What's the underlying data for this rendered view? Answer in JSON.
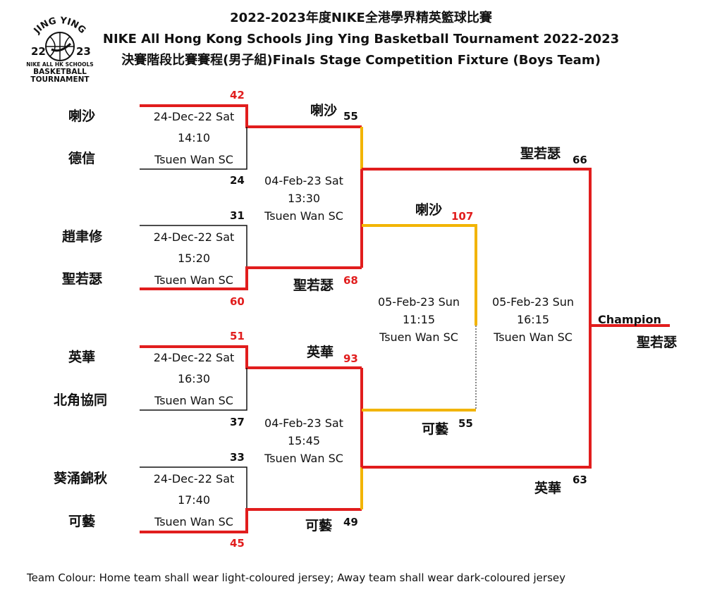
{
  "header": {
    "title_zh": "2022-2023年度NIKE全港學界精英籃球比賽",
    "title_en": "NIKE All Hong Kong Schools Jing Ying Basketball Tournament 2022-2023",
    "subtitle": "決賽階段比賽賽程(男子組)Finals Stage Competition Fixture (Boys Team)"
  },
  "logo": {
    "top_text": "JING YING",
    "year_left": "22",
    "year_right": "23",
    "line1": "NIKE ALL HK SCHOOLS",
    "line2": "BASKETBALL",
    "line3": "TOURNAMENT"
  },
  "round1": [
    {
      "home": "喇沙",
      "home_score": "42",
      "away": "德信",
      "away_score": "24",
      "date": "24-Dec-22   Sat",
      "time": "14:10",
      "venue": "Tsuen Wan SC"
    },
    {
      "home": "趙聿修",
      "home_score": "31",
      "away": "聖若瑟",
      "away_score": "60",
      "date": "24-Dec-22   Sat",
      "time": "15:20",
      "venue": "Tsuen Wan SC"
    },
    {
      "home": "英華",
      "home_score": "51",
      "away": "北角協同",
      "away_score": "37",
      "date": "24-Dec-22   Sat",
      "time": "16:30",
      "venue": "Tsuen Wan SC"
    },
    {
      "home": "葵涌錦秋",
      "home_score": "33",
      "away": "可藝",
      "away_score": "45",
      "date": "24-Dec-22   Sat",
      "time": "17:40",
      "venue": "Tsuen Wan SC"
    }
  ],
  "round2": [
    {
      "home": "喇沙",
      "home_score": "55",
      "away": "聖若瑟",
      "away_score": "68",
      "date": "04-Feb-23   Sat",
      "time": "13:30",
      "venue": "Tsuen Wan SC"
    },
    {
      "home": "英華",
      "home_score": "93",
      "away": "可藝",
      "away_score": "49",
      "date": "04-Feb-23   Sat",
      "time": "15:45",
      "venue": "Tsuen Wan SC"
    }
  ],
  "semi": {
    "home": "喇沙",
    "home_score": "107",
    "away": "可藝",
    "away_score": "55",
    "date": "05-Feb-23   Sun",
    "time": "11:15",
    "venue": "Tsuen Wan SC"
  },
  "final": {
    "home": "聖若瑟",
    "home_score": "66",
    "away": "英華",
    "away_score": "63",
    "date": "05-Feb-23   Sun",
    "time": "16:15",
    "venue": "Tsuen Wan SC"
  },
  "champion": {
    "label": "Champion",
    "team": "聖若瑟"
  },
  "footer": {
    "note": "Team Colour: Home team shall wear light-coloured jersey; Away team shall wear dark-coloured jersey"
  },
  "colors": {
    "winner_line": "#e11d1d",
    "runnerup_line": "#f2b400",
    "plain_line": "#111111"
  }
}
